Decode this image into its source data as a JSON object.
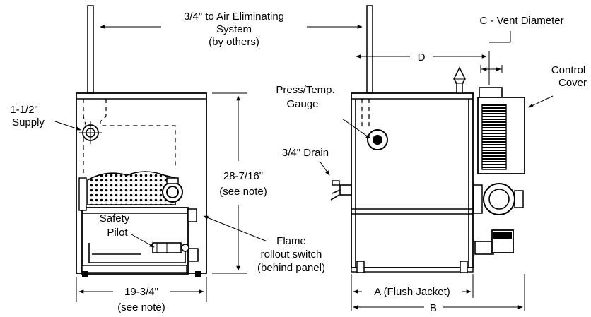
{
  "labels": {
    "air_elim_1": "3/4\" to Air Eliminating",
    "air_elim_2": "System",
    "air_elim_3": "(by others)",
    "supply_1": "1-1/2\"",
    "supply_2": "Supply",
    "height_1": "28-7/16\"",
    "height_2": "(see note)",
    "safety_1": "Safety",
    "safety_2": "Pilot",
    "flame_1": "Flame",
    "flame_2": "rollout switch",
    "flame_3": "(behind panel)",
    "width_1": "19-3/4\"",
    "width_2": "(see note)",
    "vent": "C - Vent Diameter",
    "dim_d": "D",
    "control_1": "Control",
    "control_2": "Cover",
    "gauge_1": "Press/Temp.",
    "gauge_2": "Gauge",
    "drain": "3/4\" Drain",
    "dim_a": "A (Flush Jacket)",
    "dim_b": "B"
  }
}
